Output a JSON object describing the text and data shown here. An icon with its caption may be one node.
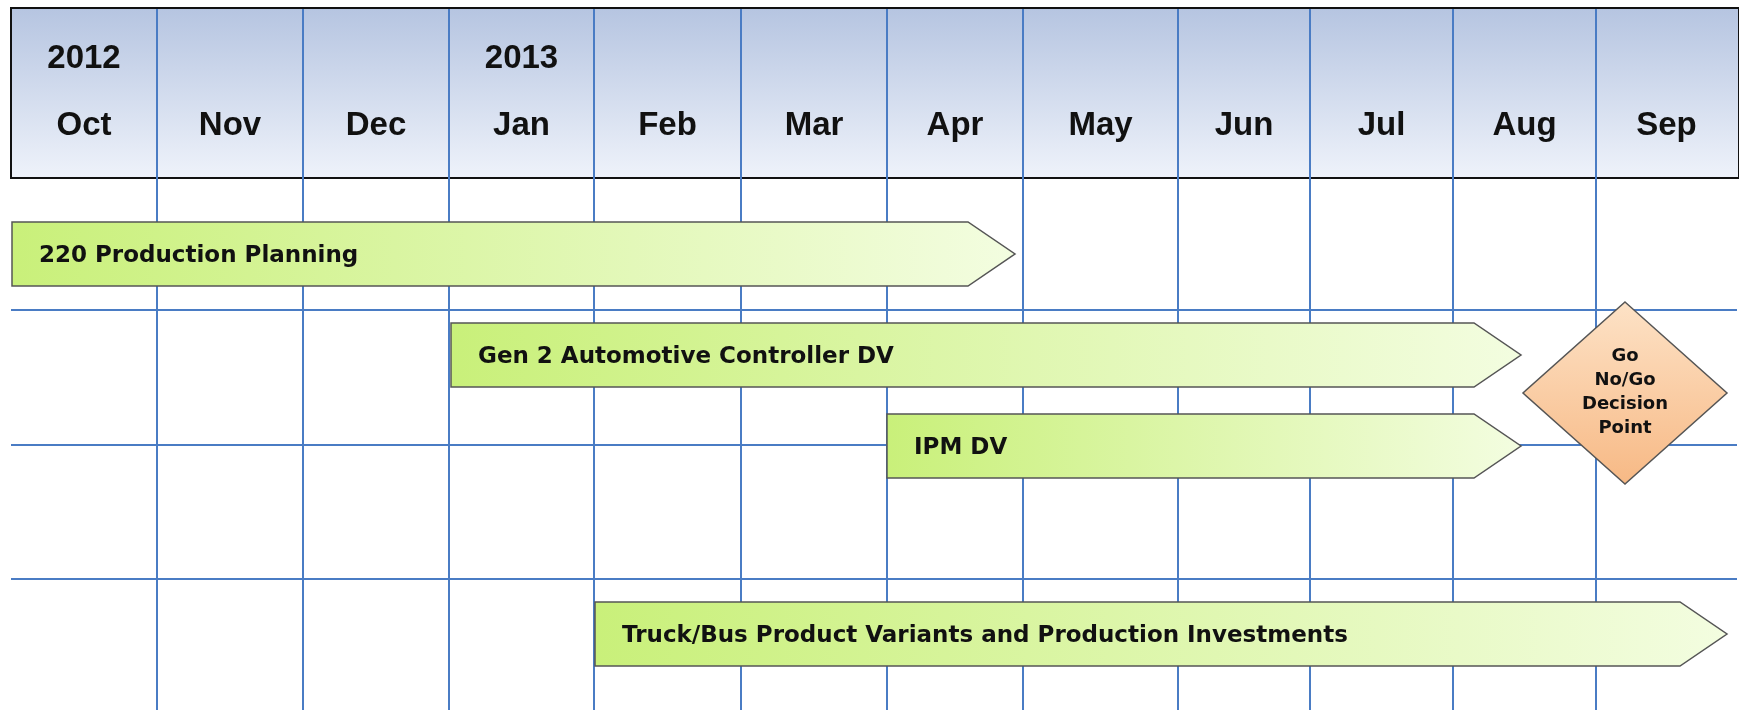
{
  "diagram": {
    "nodes": [
      {
        "text": [
          "220 Production Planning"
        ]
      },
      {
        "text": [
          "Gen 2 Automotive Controller DV"
        ]
      },
      {
        "text": [
          "IPM DV"
        ]
      },
      {
        "text": [
          "Go No/Go Decision Point"
        ]
      },
      {
        "text": [
          "Truck/Bus Product Variants and Production Investments"
        ]
      }
    ],
    "edges": [],
    "labels": [
      "2012",
      "2013",
      "Oct",
      "Nov",
      "Dec",
      "Jan",
      "Feb",
      "Mar",
      "Apr",
      "May",
      "Jun",
      "Jul",
      "Aug",
      "Sep"
    ]
  }
}
